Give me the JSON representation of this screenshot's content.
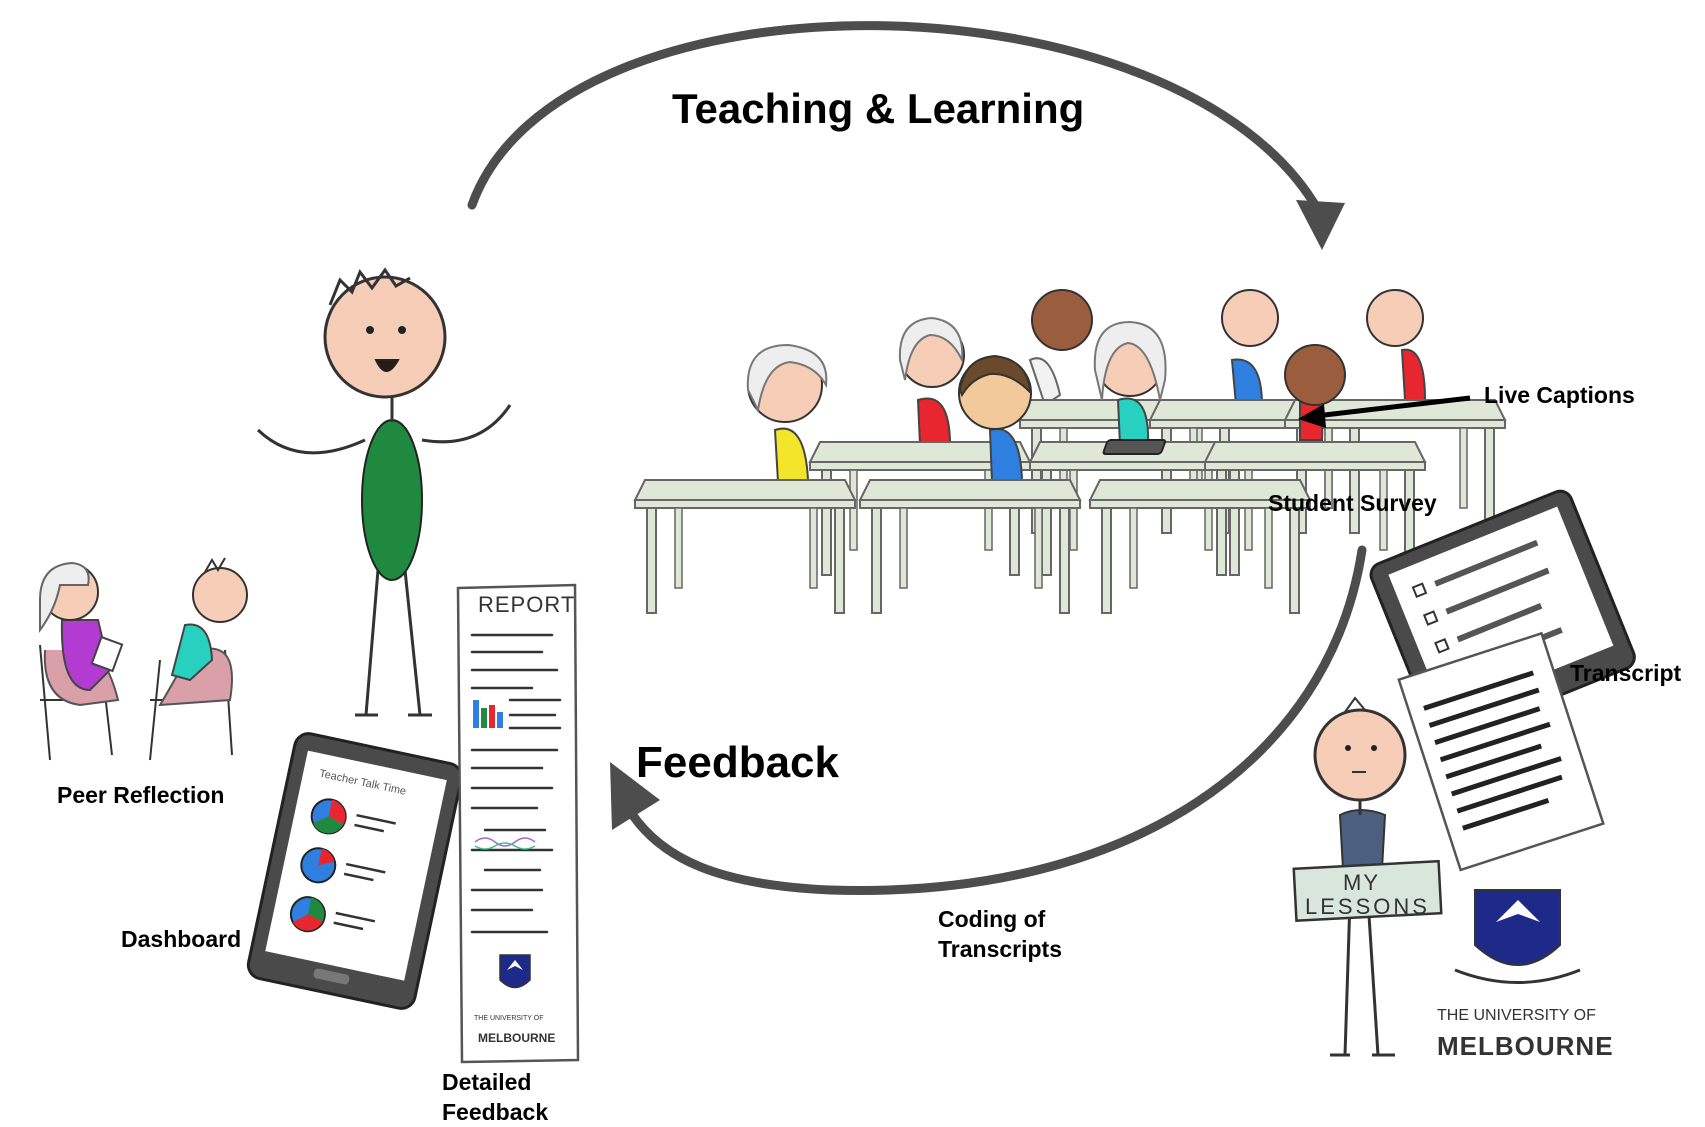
{
  "labels": {
    "teaching_learning": "Teaching & Learning",
    "feedback": "Feedback",
    "live_captions": "Live Captions",
    "student_survey": "Student Survey",
    "transcript": "Transcript",
    "peer_reflection": "Peer Reflection",
    "dashboard": "Dashboard",
    "detailed_feedback": [
      "Detailed",
      "Feedback"
    ],
    "coding_of_transcripts": [
      "Coding of",
      "Transcripts"
    ]
  },
  "report_doc": {
    "title": "REPORT",
    "logo_line1": "THE UNIVERSITY OF",
    "logo_line2": "MELBOURNE"
  },
  "tablet": {
    "heading": "Teacher Talk Time"
  },
  "teacher_sign": {
    "line1": "MY",
    "line2": "LESSONS"
  },
  "university_logo": {
    "line1": "THE UNIVERSITY OF",
    "line2": "MELBOURNE"
  },
  "colors": {
    "arrow": "#4d4d4d",
    "teacher_shirt": "#1f8a3f",
    "desk": "#dfe8d6",
    "shirt_yellow": "#f2e52a",
    "shirt_red": "#e8262f",
    "shirt_blue": "#2e7fe0",
    "shirt_teal": "#28d0c0",
    "skin": "#f6cdb6",
    "skin_dark": "#9a5e3e",
    "logo_blue": "#1e2a8a"
  }
}
